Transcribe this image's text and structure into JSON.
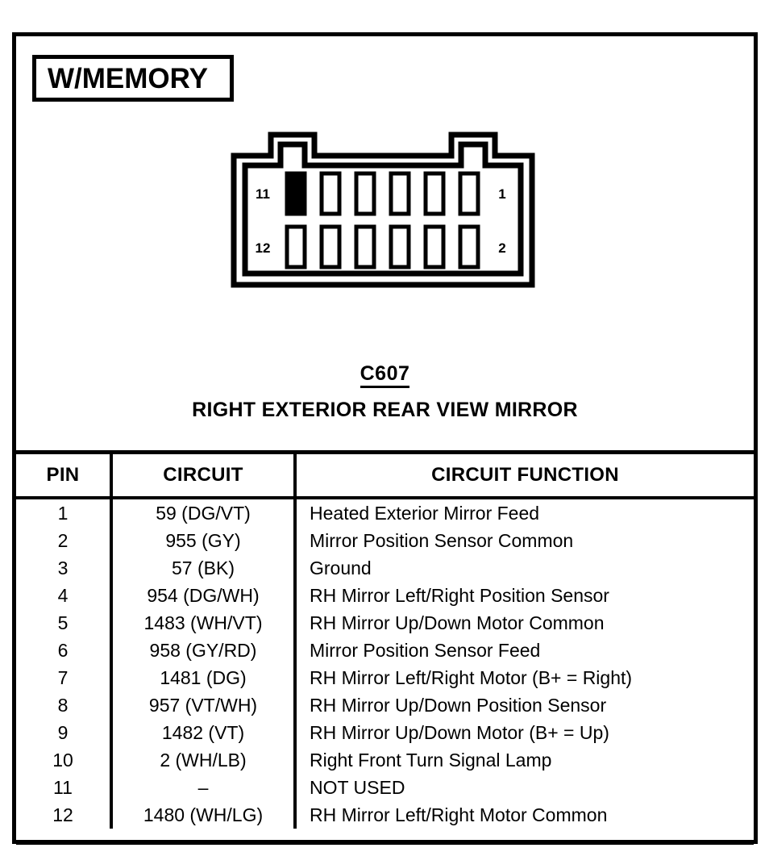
{
  "variant": {
    "label": "W/MEMORY"
  },
  "connector": {
    "id": "C607",
    "name": "RIGHT EXTERIOR REAR VIEW MIRROR",
    "cavity_rows": [
      {
        "row": "top",
        "left_label": "11",
        "right_label": "1",
        "cavities": [
          {
            "filled": true
          },
          {
            "filled": false
          },
          {
            "filled": false
          },
          {
            "filled": false
          },
          {
            "filled": false
          },
          {
            "filled": false
          }
        ]
      },
      {
        "row": "bottom",
        "left_label": "12",
        "right_label": "2",
        "cavities": [
          {
            "filled": false
          },
          {
            "filled": false
          },
          {
            "filled": false
          },
          {
            "filled": false
          },
          {
            "filled": false
          },
          {
            "filled": false
          }
        ]
      }
    ]
  },
  "table": {
    "headers": [
      "PIN",
      "CIRCUIT",
      "CIRCUIT FUNCTION"
    ],
    "rows": [
      {
        "pin": "1",
        "circuit": "59 (DG/VT)",
        "function": "Heated Exterior Mirror Feed"
      },
      {
        "pin": "2",
        "circuit": "955 (GY)",
        "function": "Mirror Position Sensor Common"
      },
      {
        "pin": "3",
        "circuit": "57 (BK)",
        "function": "Ground"
      },
      {
        "pin": "4",
        "circuit": "954 (DG/WH)",
        "function": "RH Mirror Left/Right Position Sensor"
      },
      {
        "pin": "5",
        "circuit": "1483 (WH/VT)",
        "function": "RH Mirror Up/Down Motor Common"
      },
      {
        "pin": "6",
        "circuit": "958 (GY/RD)",
        "function": "Mirror Position Sensor Feed"
      },
      {
        "pin": "7",
        "circuit": "1481 (DG)",
        "function": "RH Mirror Left/Right Motor (B+ = Right)"
      },
      {
        "pin": "8",
        "circuit": "957 (VT/WH)",
        "function": "RH Mirror Up/Down Position Sensor"
      },
      {
        "pin": "9",
        "circuit": "1482 (VT)",
        "function": "RH Mirror Up/Down Motor (B+ = Up)"
      },
      {
        "pin": "10",
        "circuit": "2 (WH/LB)",
        "function": "Right Front Turn Signal Lamp"
      },
      {
        "pin": "11",
        "circuit": "–",
        "function": "NOT USED"
      },
      {
        "pin": "12",
        "circuit": "1480 (WH/LG)",
        "function": "RH Mirror Left/Right Motor Common"
      }
    ]
  },
  "colors": {
    "ink": "#000000",
    "paper": "#ffffff"
  }
}
